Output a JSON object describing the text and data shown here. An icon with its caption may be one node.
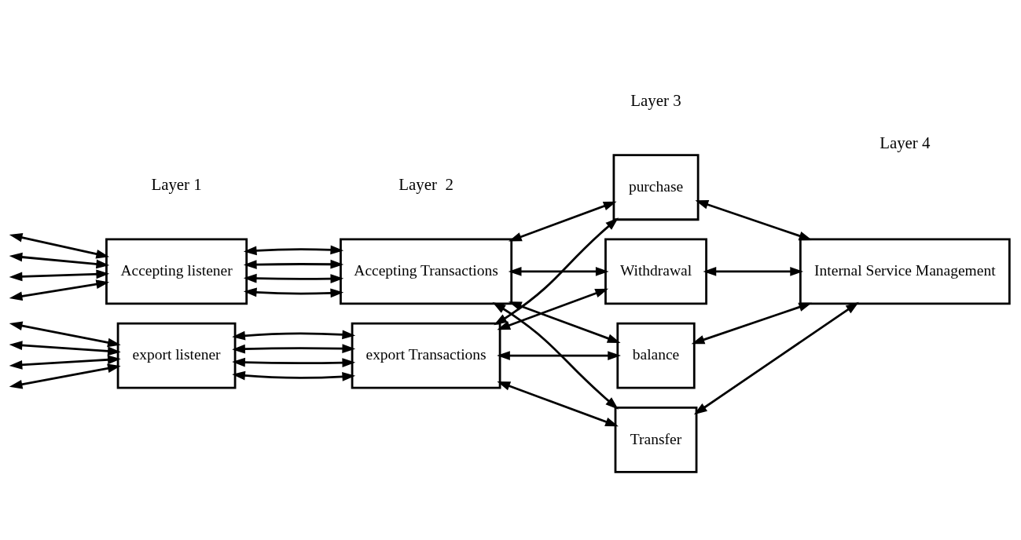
{
  "diagram": {
    "nodes": [
      {
        "text": [
          "Accepting listener"
        ]
      },
      {
        "text": [
          "export listener"
        ]
      },
      {
        "text": [
          "Accepting Transactions"
        ]
      },
      {
        "text": [
          "export Transactions"
        ]
      },
      {
        "text": [
          "purchase"
        ]
      },
      {
        "text": [
          "Withdrawal"
        ]
      },
      {
        "text": [
          "balance"
        ]
      },
      {
        "text": [
          "Transfer"
        ]
      },
      {
        "text": [
          "Internal Service Management"
        ]
      }
    ],
    "edges": [
      {
        "from": null,
        "to": 0,
        "arrow": "both"
      },
      {
        "from": null,
        "to": 0,
        "arrow": "both"
      },
      {
        "from": null,
        "to": 0,
        "arrow": "both"
      },
      {
        "from": null,
        "to": 0,
        "arrow": "both"
      },
      {
        "from": null,
        "to": 1,
        "arrow": "both"
      },
      {
        "from": null,
        "to": 1,
        "arrow": "both"
      },
      {
        "from": null,
        "to": 1,
        "arrow": "both"
      },
      {
        "from": null,
        "to": 1,
        "arrow": "both"
      },
      {
        "from": 0,
        "to": 2,
        "arrow": "both"
      },
      {
        "from": 0,
        "to": 2,
        "arrow": "both"
      },
      {
        "from": 0,
        "to": 2,
        "arrow": "both"
      },
      {
        "from": 0,
        "to": 2,
        "arrow": "both"
      },
      {
        "from": 1,
        "to": 3,
        "arrow": "both"
      },
      {
        "from": 1,
        "to": 3,
        "arrow": "both"
      },
      {
        "from": 1,
        "to": 3,
        "arrow": "both"
      },
      {
        "from": 1,
        "to": 3,
        "arrow": "both"
      },
      {
        "from": 2,
        "to": 4,
        "arrow": "both"
      },
      {
        "from": 2,
        "to": 5,
        "arrow": "both"
      },
      {
        "from": 2,
        "to": 6,
        "arrow": "both"
      },
      {
        "from": 2,
        "to": 7,
        "arrow": "both"
      },
      {
        "from": 3,
        "to": 4,
        "arrow": "both"
      },
      {
        "from": 3,
        "to": 5,
        "arrow": "both"
      },
      {
        "from": 3,
        "to": 6,
        "arrow": "both"
      },
      {
        "from": 3,
        "to": 7,
        "arrow": "both"
      },
      {
        "from": 4,
        "to": 8,
        "arrow": "both"
      },
      {
        "from": 5,
        "to": 8,
        "arrow": "both"
      },
      {
        "from": 6,
        "to": 8,
        "arrow": "both"
      },
      {
        "from": 7,
        "to": 8,
        "arrow": "both"
      }
    ],
    "labels": [
      "Layer 1",
      "Layer  2",
      "Layer 3",
      "Layer 4"
    ]
  }
}
